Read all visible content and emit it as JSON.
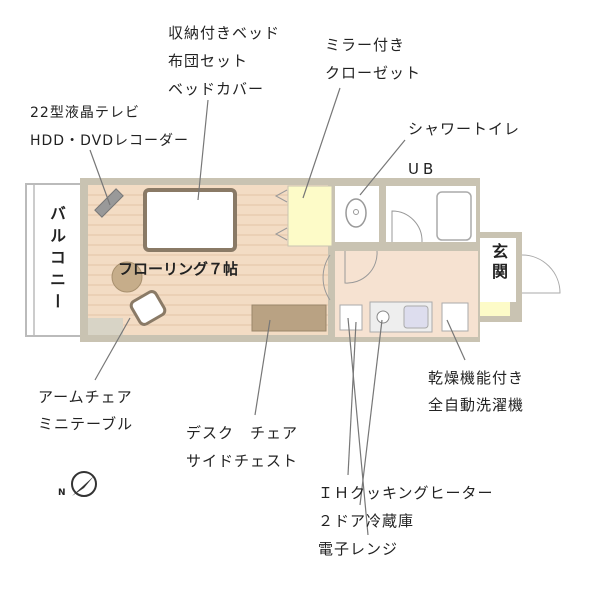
{
  "labels": {
    "bed": [
      "収納付きベッド",
      "布団セット",
      "ベッドカバー"
    ],
    "closet": [
      "ミラー付き",
      "クローゼット"
    ],
    "tv": [
      "22型液晶テレビ",
      "HDD・DVDレコーダー"
    ],
    "toilet": "シャワートイレ",
    "bath": "UB",
    "balcony": "バルコニー",
    "room": "フローリング７帖",
    "entrance": "玄関",
    "chair": [
      "アームチェア",
      "ミニテーブル"
    ],
    "desk": [
      "デスク　チェア",
      "サイドチェスト"
    ],
    "washer": [
      "乾燥機能付き",
      "全自動洗濯機"
    ],
    "kitchen": [
      "ＩＨクッキングヒーター",
      "２ドア冷蔵庫",
      "電子レンジ"
    ],
    "compass": "N"
  },
  "colors": {
    "wall": "#c9c3b2",
    "floor": "#f3dcc4",
    "closet": "#fdfbc8",
    "furniture": "#b9a283"
  }
}
